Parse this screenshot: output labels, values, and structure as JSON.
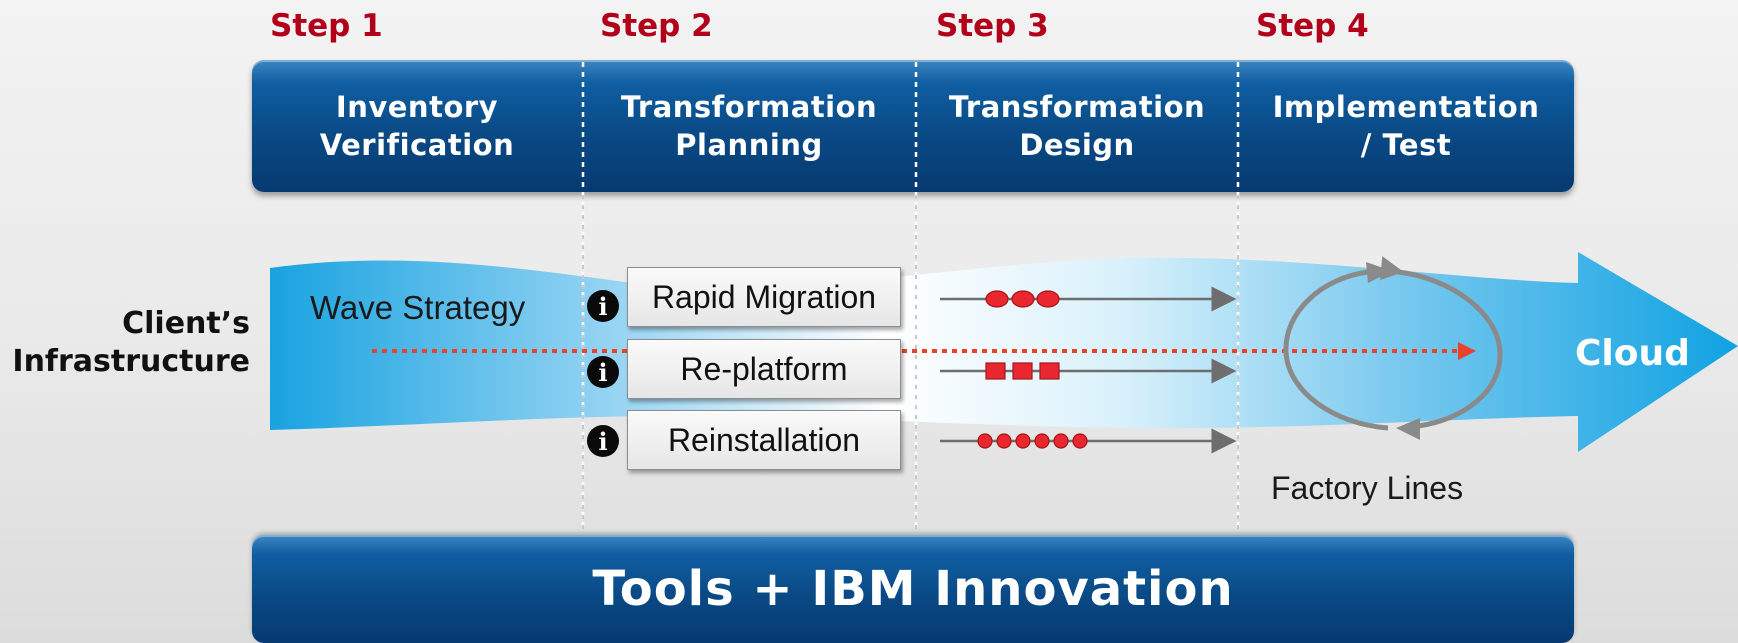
{
  "steps": [
    {
      "label": "Step 1",
      "phase": "Inventory\nVerification"
    },
    {
      "label": "Step 2",
      "phase": "Transformation\nPlanning"
    },
    {
      "label": "Step 3",
      "phase": "Transformation\nDesign"
    },
    {
      "label": "Step 4",
      "phase": "Implementation\n/ Test"
    }
  ],
  "source_label": "Client’s\nInfrastructure",
  "wave_label": "Wave Strategy",
  "methods": [
    {
      "label": "Rapid Migration",
      "info": "i",
      "marker": "ellipse",
      "count": 3
    },
    {
      "label": "Re-platform",
      "info": "i",
      "marker": "square",
      "count": 3
    },
    {
      "label": "Reinstallation",
      "info": "i",
      "marker": "circle",
      "count": 6
    }
  ],
  "factory_label": "Factory Lines",
  "target_label": "Cloud",
  "foundation_label": "Tools + IBM Innovation",
  "colors": {
    "step_red": "#b2001a",
    "bar_blue": "#0a4a86",
    "arrow_blue": "#18a6e3",
    "marker_red": "#e8272f",
    "dotted_line": "#e8442a"
  }
}
